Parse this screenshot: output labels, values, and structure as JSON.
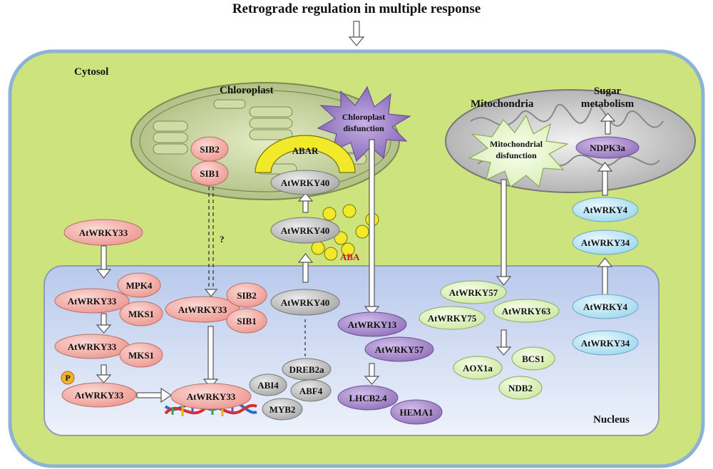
{
  "title": "Retrograde regulation in multiple response",
  "compartments": {
    "cytosol": "Cytosol",
    "chloroplast": "Chloroplast",
    "mitochondria": "Mitochondria",
    "nucleus": "Nucleus",
    "sugar_line1": "Sugar",
    "sugar_line2": "metabolism"
  },
  "stress": {
    "chloro_line1": "Chloroplast",
    "chloro_line2": "disfunction",
    "mito_line1": "Mitochondrial",
    "mito_line2": "disfunction"
  },
  "labels": {
    "abar": "ABAR",
    "aba": "ABA",
    "question": "?",
    "p": "P"
  },
  "nodes": {
    "sib2_chl": "SIB2",
    "sib1_chl": "SIB1",
    "wrky40_a": "AtWRKY40",
    "wrky40_b": "AtWRKY40",
    "wrky40_c": "AtWRKY40",
    "wrky33_cyt": "AtWRKY33",
    "mpk4": "MPK4",
    "wrky33_n1": "AtWRKY33",
    "mks1_a": "MKS1",
    "wrky33_n2": "AtWRKY33",
    "mks1_b": "MKS1",
    "wrky33_n3": "AtWRKY33",
    "wrky33_n4": "AtWRKY33",
    "sib2_nuc": "SIB2",
    "sib1_nuc": "SIB1",
    "wrky33_dna": "AtWRKY33",
    "dreb2a": "DREB2a",
    "abi4": "ABI4",
    "abf4": "ABF4",
    "myb2": "MYB2",
    "wrky13": "AtWRKY13",
    "wrky57_p": "AtWRKY57",
    "lhcb": "LHCB2.4",
    "hema1": "HEMA1",
    "wrky57_g": "AtWRKY57",
    "wrky75": "AtWRKY75",
    "wrky63": "AtWRKY63",
    "aox1a": "AOX1a",
    "bcs1": "BCS1",
    "ndb2": "NDB2",
    "ndpk3a": "NDPK3a",
    "wrky4_cyt": "AtWRKY4",
    "wrky34_cyt": "AtWRKY34",
    "wrky4_nuc": "AtWRKY4",
    "wrky34_nuc": "AtWRKY34"
  },
  "colors": {
    "cell_fill": "#cde47e",
    "cell_border": "#8eb1d6",
    "nucleus_fill": "#cfdbf2",
    "pink": "#f4aaa5",
    "grey": "#c3c3c3",
    "purple": "#a889c8",
    "green_light": "#def4c0",
    "cyan": "#bfe7f6",
    "yellow": "#f2e92b",
    "aba_red": "#cc1111"
  }
}
